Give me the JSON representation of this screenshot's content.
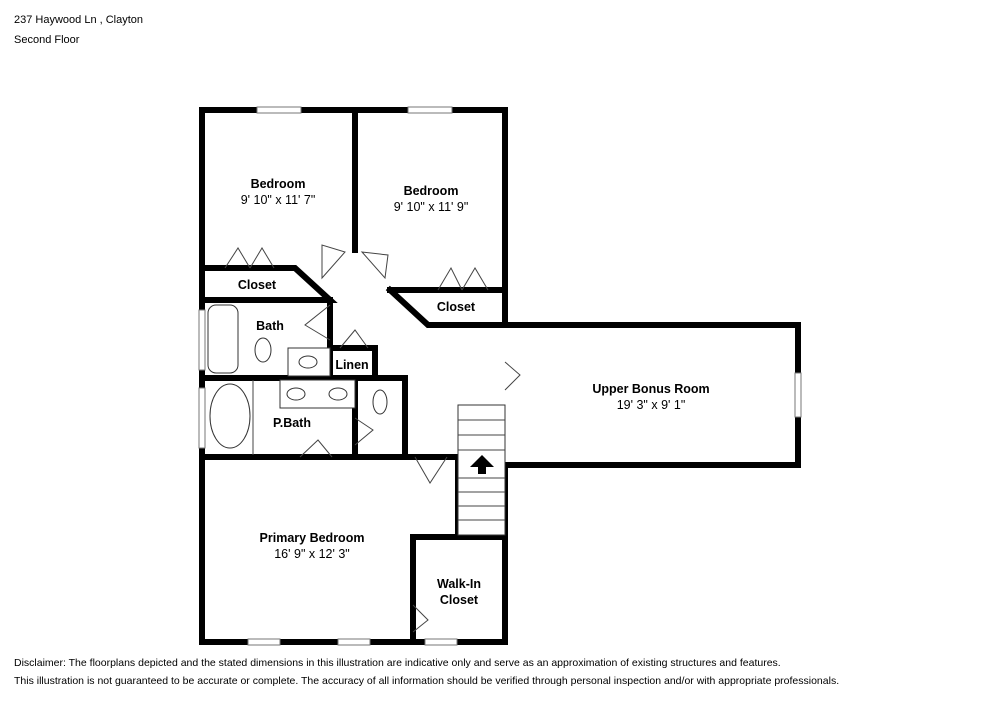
{
  "header": {
    "address": "237 Haywood Ln , Clayton",
    "floor": "Second Floor"
  },
  "rooms": [
    {
      "name": "Bedroom",
      "dims": "9' 10\" x 11' 7\""
    },
    {
      "name": "Bedroom",
      "dims": "9' 10\" x 11' 9\""
    },
    {
      "name": "Closet"
    },
    {
      "name": "Closet"
    },
    {
      "name": "Bath"
    },
    {
      "name": "Linen"
    },
    {
      "name": "P.Bath"
    },
    {
      "name": "Upper Bonus Room",
      "dims": "19' 3\" x 9' 1\""
    },
    {
      "name": "Primary Bedroom",
      "dims": "16' 9\" x 12' 3\""
    },
    {
      "name": "Walk-In",
      "name2": "Closet"
    }
  ],
  "disclaimer": {
    "line1": "Disclaimer: The floorplans depicted and the stated dimensions in this illustration are indicative only and serve as an approximation of existing structures and features.",
    "line2": "This illustration is not guaranteed to be accurate or complete. The accuracy of all information should be verified through personal inspection and/or with appropriate professionals."
  }
}
